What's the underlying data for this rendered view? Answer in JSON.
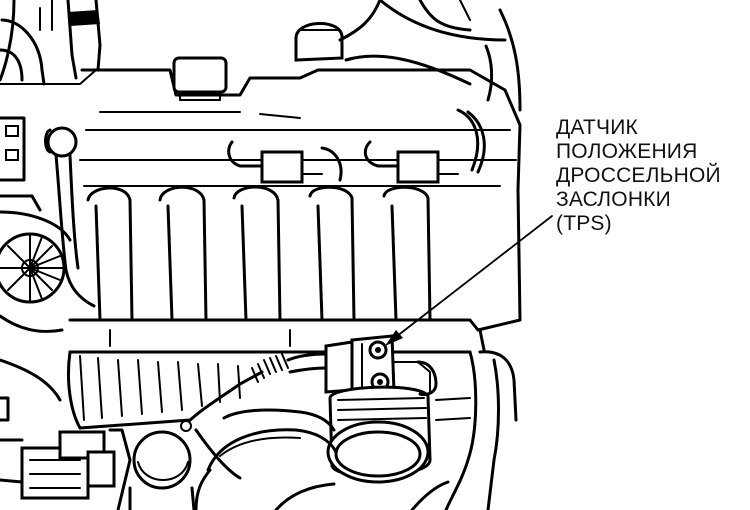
{
  "callout": {
    "lines": [
      "ДАТЧИК",
      "ПОЛОЖЕНИЯ",
      "ДРОССЕЛЬНОЙ",
      "ЗАСЛОНКИ",
      "(TPS)"
    ]
  },
  "colors": {
    "ink": "#000000",
    "paper": "#ffffff"
  }
}
